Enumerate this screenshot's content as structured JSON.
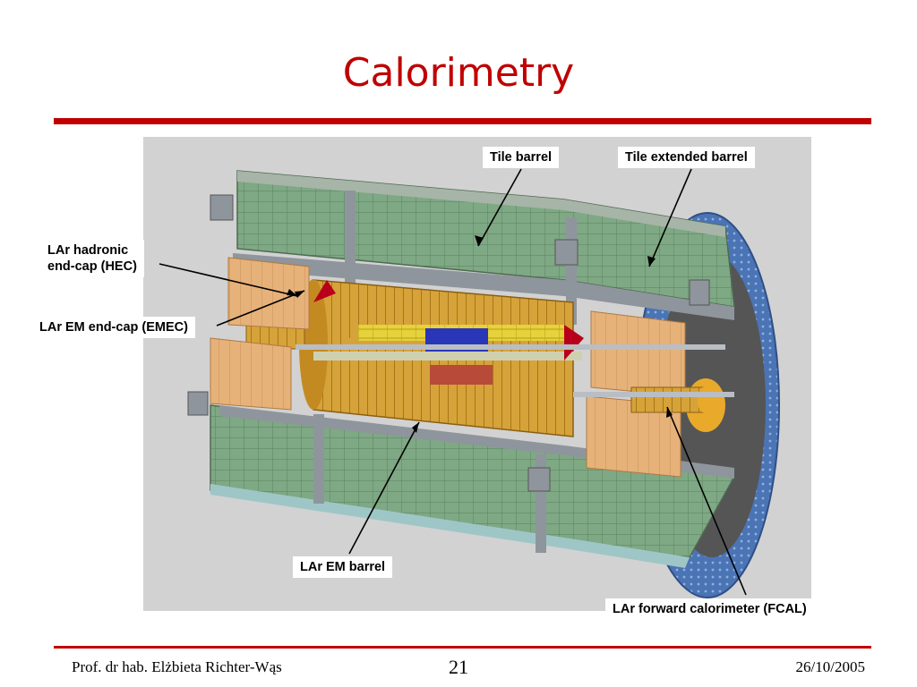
{
  "slide": {
    "title": "Calorimetry"
  },
  "labels": {
    "tile_barrel": "Tile barrel",
    "tile_extended_barrel": "Tile extended barrel",
    "lar_hec_line1": "LAr hadronic",
    "lar_hec_line2": "end-cap (HEC)",
    "lar_emec": "LAr EM end-cap (EMEC)",
    "lar_em_barrel": "LAr EM barrel",
    "lar_fcal": "LAr forward calorimeter (FCAL)"
  },
  "footer": {
    "author": "Prof. dr hab. Elżbieta Richter-Wąs",
    "page_number": "21",
    "date": "26/10/2005"
  },
  "colors": {
    "accent": "#c00000",
    "figure_background": "#d2d2d2",
    "tile_green": "#7fa884",
    "lar_gold": "#d6a33a",
    "hec_copper": "#e6b27a",
    "support_steel": "#8f959c",
    "endplate_blue": "#4b74b5",
    "em_blue": "#2a36b8",
    "em_red": "#b84a3a"
  }
}
